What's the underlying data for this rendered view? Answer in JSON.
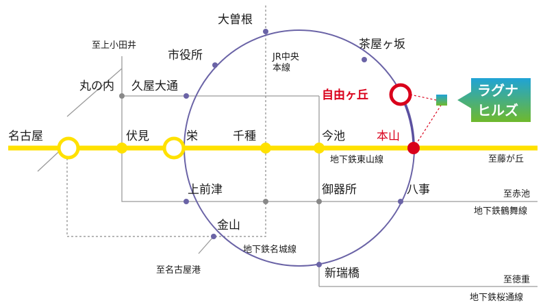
{
  "stations": {
    "nagoya": "名古屋",
    "fushimi": "伏見",
    "sakae": "栄",
    "chikusa": "千種",
    "imaike": "今池",
    "motoyama": "本山",
    "jiyugaoka": "自由ヶ丘",
    "chayagasaka": "茶屋ヶ坂",
    "ozone": "大曽根",
    "shiyakusho": "市役所",
    "hisayaodori": "久屋大通",
    "marunouchi": "丸の内",
    "kamimaezu": "上前津",
    "gokisho": "御器所",
    "yagoto": "八事",
    "kanayama": "金山",
    "aratamabashi": "新瑞橋"
  },
  "directions": {
    "kamiotai": "至上小田井",
    "nagoyako": "至名古屋港",
    "fujigaoka": "至藤が丘",
    "akaike": "至赤池",
    "tokushige": "至徳重"
  },
  "lines": {
    "jr_chuo": "JR中央本線",
    "higashiyama": "地下鉄東山線",
    "tsurumai": "地下鉄鶴舞線",
    "meijo": "地下鉄名城線",
    "sakuradori": "地下鉄桜通線"
  },
  "property": {
    "name_line1": "ラグナ",
    "name_line2": "ヒルズ"
  },
  "colors": {
    "higashiyama": "#ffe100",
    "meijo": "#6a63a6",
    "gray_lines": "#9a9a9a",
    "highlight": "#d9001b",
    "badge_top": "#1fa3d6",
    "badge_bottom": "#6fb92c"
  }
}
